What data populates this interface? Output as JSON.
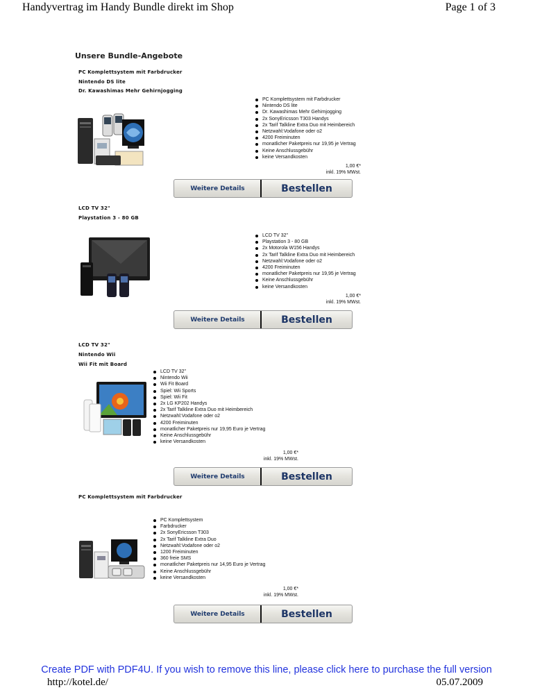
{
  "header": {
    "title": "Handyvertrag im Handy Bundle direkt im Shop",
    "pager": "Page 1 of 3"
  },
  "section_heading": "Unsere Bundle-Angebote",
  "bundles": [
    {
      "subtitles": [
        "PC Komplettsystem mit Farbdrucker",
        "Nintendo DS lite",
        "Dr. Kawashimas Mehr Gehirnjogging"
      ],
      "features": [
        "PC Komplettsystem mit Farbdrucker",
        "Nintendo DS lite",
        "Dr. Kawashimas Mehr Gehirnjogging",
        "2x SonyEricsson T303 Handys",
        "2x Tarif Talkline Extra Duo mit Heimbereich",
        "Netzwahl:Vodafone oder o2",
        "4200 Freiminuten",
        "monatlicher Paketpreis nur 19,95 je Vertrag",
        "Keine Anschlussgebühr",
        "keine Versandkosten"
      ],
      "price": "1,00 €*",
      "vat": "inkl. 19% MWst.",
      "details_label": "Weitere Details",
      "order_label": "Bestellen"
    },
    {
      "subtitles": [
        "LCD TV 32\"",
        "Playstation 3 - 80 GB"
      ],
      "features": [
        "LCD TV 32\"",
        "Playstation 3 - 80 GB",
        "2x Motorola W156 Handys",
        "2x Tarif Talkline Extra Duo mit Heimbereich",
        "Netzwahl:Vodafone oder o2",
        "4200 Freiminuten",
        "monatlicher Paketpreis nur 19,95 je Vertrag",
        "Keine Anschlussgebühr",
        "keine Versandkosten"
      ],
      "price": "1,00 €*",
      "vat": "inkl. 19% MWst.",
      "details_label": "Weitere Details",
      "order_label": "Bestellen"
    },
    {
      "subtitles": [
        "LCD TV 32\"",
        "Nintendo Wii",
        "Wii Fit mit Board"
      ],
      "features": [
        "LCD TV 32\"",
        "Nintendo Wii",
        "Wii Fit Board",
        "Spiel: Wii Sports",
        "Spiel: Wii Fit",
        "2x LG KP202 Handys",
        "2x Tarif Talkline Extra Duo mit Heimbereich",
        "Netzwahl:Vodafone oder o2",
        "4200 Freiminuten",
        "monatlicher Paketpreis nur 19,95 Euro je Vertrag",
        "Keine Anschlussgebühr",
        "keine Versandkosten"
      ],
      "price": "1,00 €*",
      "vat": "inkl. 19% MWst.",
      "details_label": "Weitere Details",
      "order_label": "Bestellen"
    },
    {
      "subtitles": [
        "PC Komplettsystem mit Farbdrucker"
      ],
      "features": [
        "PC Komplettsystem",
        "Farbdrucker",
        "2x SonyEricsson T303",
        "2x Tarif Talkline Extra Duo",
        "Netzwahl:Vodafone oder o2",
        "1200 Freiminuten",
        "360 freie SMS",
        "monatlicher Paketpreis nur 14,95 Euro je Vertrag",
        "Keine Anschlussgebühr",
        "keine Versandkosten"
      ],
      "price": "1,00 €*",
      "vat": "inkl. 19% MWst.",
      "details_label": "Weitere Details",
      "order_label": "Bestellen"
    }
  ],
  "footer": {
    "banner": "Create PDF with PDF4U. If you wish to remove this line, please click here to purchase the full version",
    "url": "http://kotel.de/",
    "date": "05.07.2009"
  },
  "colors": {
    "banner": "#2233dd",
    "button_text": "#1d3566"
  }
}
